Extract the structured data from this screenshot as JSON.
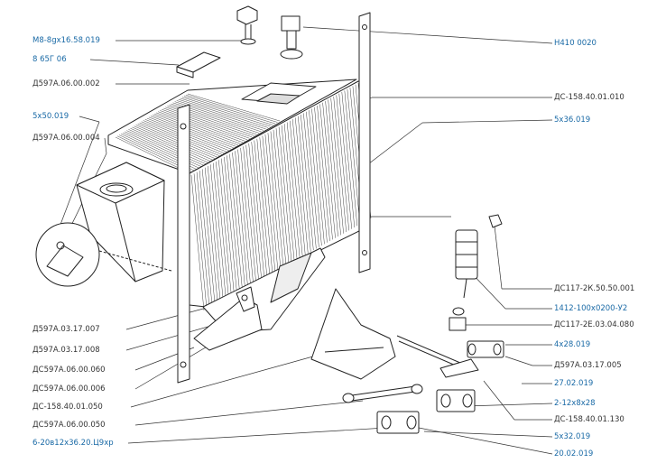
{
  "colors": {
    "link": "#1a6aa6",
    "plain": "#333333",
    "ink": "#222222"
  },
  "labels": {
    "l01": {
      "text": "М8-8gх16.58.019",
      "link": true
    },
    "l02": {
      "text": "8 65Г 06",
      "link": true
    },
    "l03": {
      "text": "Д597А.06.00.002",
      "link": false
    },
    "l04": {
      "text": "5х50.019",
      "link": true
    },
    "l05": {
      "text": "Д597А.06.00.004",
      "link": false
    },
    "l06": {
      "text": "Д597А.03.17.007",
      "link": false
    },
    "l07": {
      "text": "Д597А.03.17.008",
      "link": false
    },
    "l08": {
      "text": "ДС597А.06.00.060",
      "link": false
    },
    "l09": {
      "text": "ДС597А.06.00.006",
      "link": false
    },
    "l10": {
      "text": "ДС-158.40.01.050",
      "link": false
    },
    "l11": {
      "text": "ДС597А.06.00.050",
      "link": false
    },
    "l12": {
      "text": "6-20в12х36.20.Ц9хр",
      "link": true
    },
    "r01": {
      "text": "Н410 0020",
      "link": true
    },
    "r02": {
      "text": "ДС-158.40.01.010",
      "link": false
    },
    "r03": {
      "text": "5х36.019",
      "link": true
    },
    "r04": {
      "text": "ДС117-2К.50.50.001",
      "link": false
    },
    "r05": {
      "text": "1412-100х0200-У2",
      "link": true
    },
    "r06": {
      "text": "ДС117-2Е.03.04.080",
      "link": false
    },
    "r07": {
      "text": "4х28.019",
      "link": true
    },
    "r08": {
      "text": "Д597А.03.17.005",
      "link": false
    },
    "r09": {
      "text": "27.02.019",
      "link": true
    },
    "r10": {
      "text": "2-12х8х28",
      "link": true
    },
    "r11": {
      "text": "ДС-158.40.01.130",
      "link": false
    },
    "r12": {
      "text": "5х32.019",
      "link": true
    },
    "r13": {
      "text": "20.02.019",
      "link": true
    }
  },
  "icons": [
    "bolt-icon",
    "cap-icon",
    "pad-icon",
    "radiator-core-icon",
    "tank-icon",
    "bracket-icon",
    "sensor-icon",
    "detail-magnifier-icon"
  ]
}
